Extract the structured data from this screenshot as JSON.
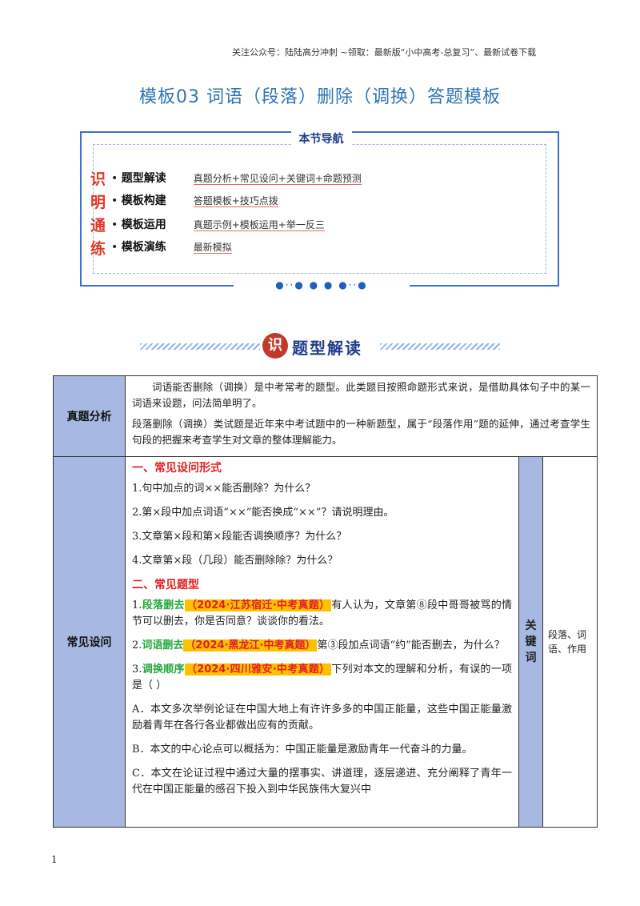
{
  "header": {
    "note": "关注公众号：陆陆高分冲刺  ~领取：最新版“小中高考-总复习”、最新试卷下载",
    "title": "模板03    词语（段落）删除（调换）答题模板"
  },
  "nav": {
    "heading": "本节导航",
    "side_chars": [
      "识",
      "明",
      "通",
      "练"
    ],
    "items": [
      {
        "label": "题型解读",
        "desc": "真题分析+常见设问+关键词+命题预测"
      },
      {
        "label": "模板构建",
        "desc": "答题模板+技巧点拨"
      },
      {
        "label": "模板运用",
        "desc": "真题示例+模板运用+举一反三"
      },
      {
        "label": "模板演练",
        "desc": "最新模拟"
      }
    ]
  },
  "section": {
    "badge": "识",
    "title": "题型解读"
  },
  "table": {
    "row1_head": "真题分析",
    "row1_p1": "词语能否删除（调换）是中考常考的题型。此类题目按照命题形式来说，是借助具体句子中的某一词语来设题，问法简单明了。",
    "row1_p2": "段落删除（调换）类试题是近年来中考试题中的一种新题型，属于“段落作用”题的延伸，通过考查学生句段的把握来考查学生对文章的整体理解能力。",
    "row2_head": "常见设问",
    "sec1": "一、常见设问形式",
    "forms": [
      "1.句中加点的词××能否删除？为什么？",
      "2.第×段中加点词语“××”能否换成“××”？请说明理由。",
      "3.文章第×段和第×段能否调换顺序？为什么？",
      "4.文章第×段（几段）能否删除除？为什么？"
    ],
    "sec2": "二、常见题型",
    "examples": [
      {
        "num": "1.",
        "tag": "段落删去",
        "src": "（2024·江苏宿迁·中考真题）",
        "text": "有人认为，文章第⑧段中哥哥被骂的情节可以删去，你是否同意？谈谈你的看法。"
      },
      {
        "num": "2.",
        "tag": "词语删去",
        "src": "（2024·黑龙江·中考真题）",
        "text": "第③段加点词语“约”能否删去，为什么？"
      },
      {
        "num": "3.",
        "tag": "调换顺序",
        "src": "（2024·四川雅安·中考真题）",
        "text": "下列对本文的理解和分析，有误的一项是（        ）"
      }
    ],
    "options": [
      "A．本文多次举例论证在中国大地上有许许多多的中国正能量，这些中国正能量激励着青年在各行各业都做出应有的贡献。",
      "B．本文的中心论点可以概括为：中国正能量是激励青年一代奋斗的力量。",
      "C．本文在论证过程中通过大量的摆事实、讲道理，逐层递进、充分阐释了青年一代在中国正能量的感召下投入到中华民族伟大复兴中"
    ],
    "key_head": "关键词",
    "keywords": "段落、词语、作用"
  },
  "page_number": "1"
}
